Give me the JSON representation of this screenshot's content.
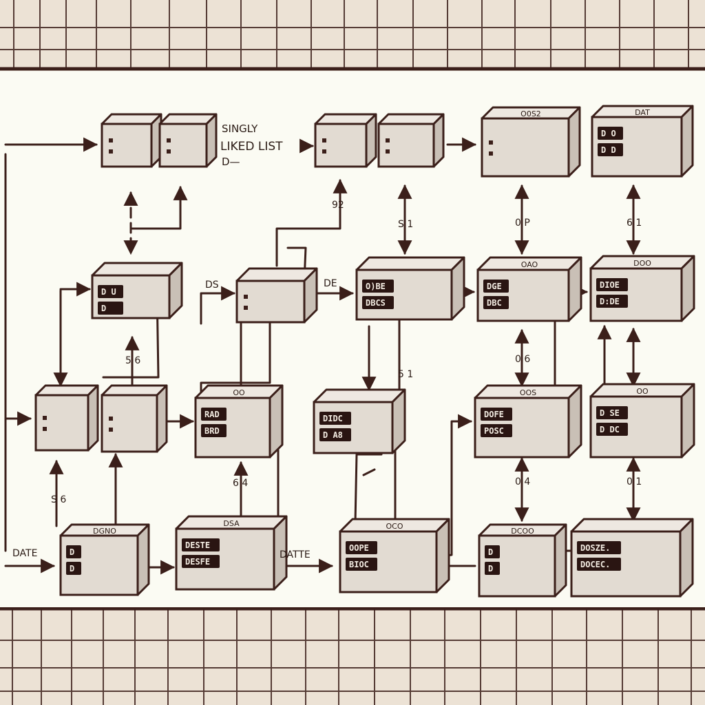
{
  "palette": {
    "paper": "#fbfbf3",
    "frame": "#efe6da",
    "ink": "#3b1f1a",
    "box_front": "#e2dbd2",
    "box_top": "#eee8e1",
    "box_side": "#c9c0b6",
    "tag_fill": "#2a1512"
  },
  "title": {
    "line1": "SINGLY",
    "line2": "LIKED LIST",
    "line3": "D—"
  },
  "labels": {
    "ds": "DS",
    "de": "DE",
    "date_left": "DATE",
    "date_mid": "DATTE",
    "num_92": "92",
    "num_s1a": "S 1",
    "num_0p": "0 P",
    "num_61a": "6 1",
    "num_56": "5 6",
    "num_51": "5 1",
    "num_06": "0 6",
    "num_64": "6 4",
    "num_04": "0 4",
    "num_01": "0 1",
    "num_s6": "S 6"
  },
  "boxes": {
    "b03": {
      "top": "O0S2"
    },
    "b04": {
      "top": "DAT",
      "tag1": "D O",
      "tag2": "D D"
    },
    "b05": {
      "tag1": "D U",
      "tag2": "D"
    },
    "b07": {
      "tag1": "O)BE",
      "tag2": "DBCS"
    },
    "b08": {
      "top": "OAO",
      "tag1": "DGE",
      "tag2": "DBC"
    },
    "b09": {
      "top": "DOO",
      "tag1": "DIOE",
      "tag2": "D:DE"
    },
    "b12": {
      "top": "OO",
      "tag1": "RAD",
      "tag2": "BRD"
    },
    "b13": {
      "tag1": "DIDC",
      "tag2": "D A8"
    },
    "b14": {
      "top": "OOS",
      "tag1": "DOFE",
      "tag2": "POSC"
    },
    "b15": {
      "top": "OO",
      "tag1": "D SE",
      "tag2": "D DC"
    },
    "b16": {
      "top": "DGNO",
      "tag1": "D",
      "tag2": "D"
    },
    "b17": {
      "top": "DSA",
      "tag1": "DESTE",
      "tag2": "DESFE"
    },
    "b18": {
      "top": "OCO",
      "tag1": "OOPE",
      "tag2": "BIOC"
    },
    "b19": {
      "top": "DCOO",
      "tag1": "D",
      "tag2": "D"
    },
    "b20": {
      "tag1": "DOSZE.",
      "tag2": "DOCEC."
    }
  }
}
